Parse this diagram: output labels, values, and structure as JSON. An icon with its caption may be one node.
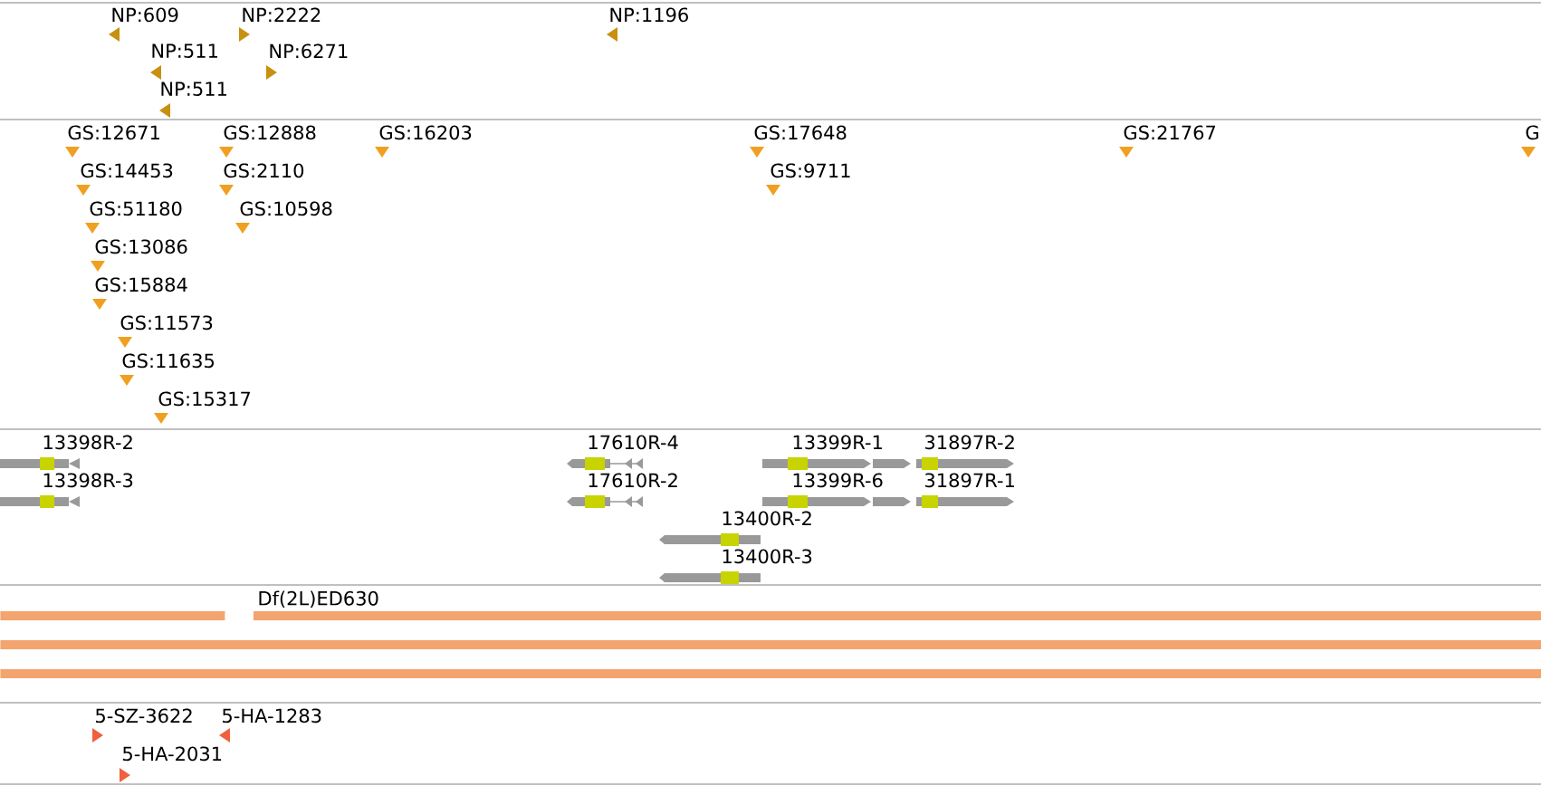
{
  "diagram": {
    "nodes": [
      {
        "text": [
          "NP:609"
        ]
      },
      {
        "text": [
          "NP:2222"
        ]
      },
      {
        "text": [
          "NP:1196"
        ]
      },
      {
        "text": [
          "NP:511"
        ]
      },
      {
        "text": [
          "NP:6271"
        ]
      },
      {
        "text": [
          "NP:511"
        ]
      },
      {
        "text": [
          "GS:12671"
        ]
      },
      {
        "text": [
          "GS:12888"
        ]
      },
      {
        "text": [
          "GS:16203"
        ]
      },
      {
        "text": [
          "GS:17648"
        ]
      },
      {
        "text": [
          "GS:21767"
        ]
      },
      {
        "text": [
          "G"
        ]
      },
      {
        "text": [
          "GS:14453"
        ]
      },
      {
        "text": [
          "GS:2110"
        ]
      },
      {
        "text": [
          "GS:9711"
        ]
      },
      {
        "text": [
          "GS:51180"
        ]
      },
      {
        "text": [
          "GS:10598"
        ]
      },
      {
        "text": [
          "GS:13086"
        ]
      },
      {
        "text": [
          "GS:15884"
        ]
      },
      {
        "text": [
          "GS:11573"
        ]
      },
      {
        "text": [
          "GS:11635"
        ]
      },
      {
        "text": [
          "GS:15317"
        ]
      },
      {
        "text": [
          "13398R-2"
        ]
      },
      {
        "text": [
          "17610R-4"
        ]
      },
      {
        "text": [
          "13399R-1"
        ]
      },
      {
        "text": [
          "31897R-2"
        ]
      },
      {
        "text": [
          "13398R-3"
        ]
      },
      {
        "text": [
          "17610R-2"
        ]
      },
      {
        "text": [
          "13399R-6"
        ]
      },
      {
        "text": [
          "31897R-1"
        ]
      },
      {
        "text": [
          "13400R-2"
        ]
      },
      {
        "text": [
          "13400R-3"
        ]
      },
      {
        "text": [],
        "shape": "bar"
      },
      {
        "text": [
          "Df(2L)ED630"
        ]
      },
      {
        "text": [],
        "shape": "bar"
      },
      {
        "text": [],
        "shape": "bar"
      },
      {
        "text": [
          "5-SZ-3622"
        ]
      },
      {
        "text": [
          "5-HA-1283"
        ]
      },
      {
        "text": [
          "5-HA-2031"
        ]
      }
    ]
  }
}
